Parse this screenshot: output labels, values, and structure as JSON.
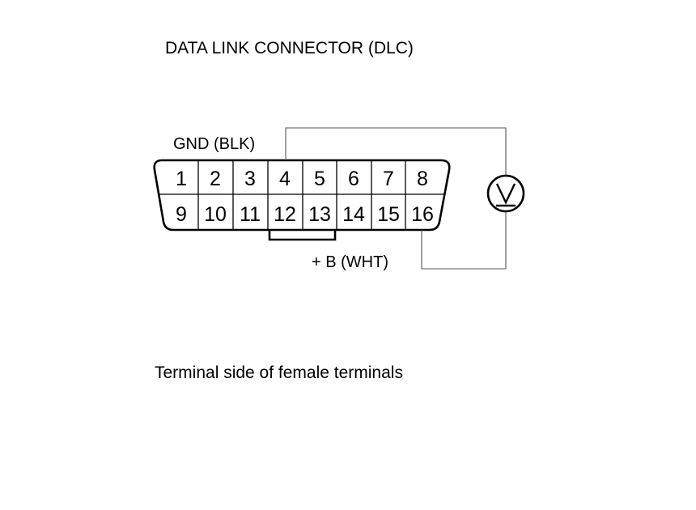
{
  "title": "DATA LINK CONNECTOR (DLC)",
  "gnd_label": "GND (BLK)",
  "bplus_label": "+ B (WHT)",
  "caption": "Terminal side of female terminals",
  "pins_top": [
    "1",
    "2",
    "3",
    "4",
    "5",
    "6",
    "7",
    "8"
  ],
  "pins_bottom": [
    "9",
    "10",
    "11",
    "12",
    "13",
    "14",
    "15",
    "16"
  ],
  "meter_symbol": "V"
}
